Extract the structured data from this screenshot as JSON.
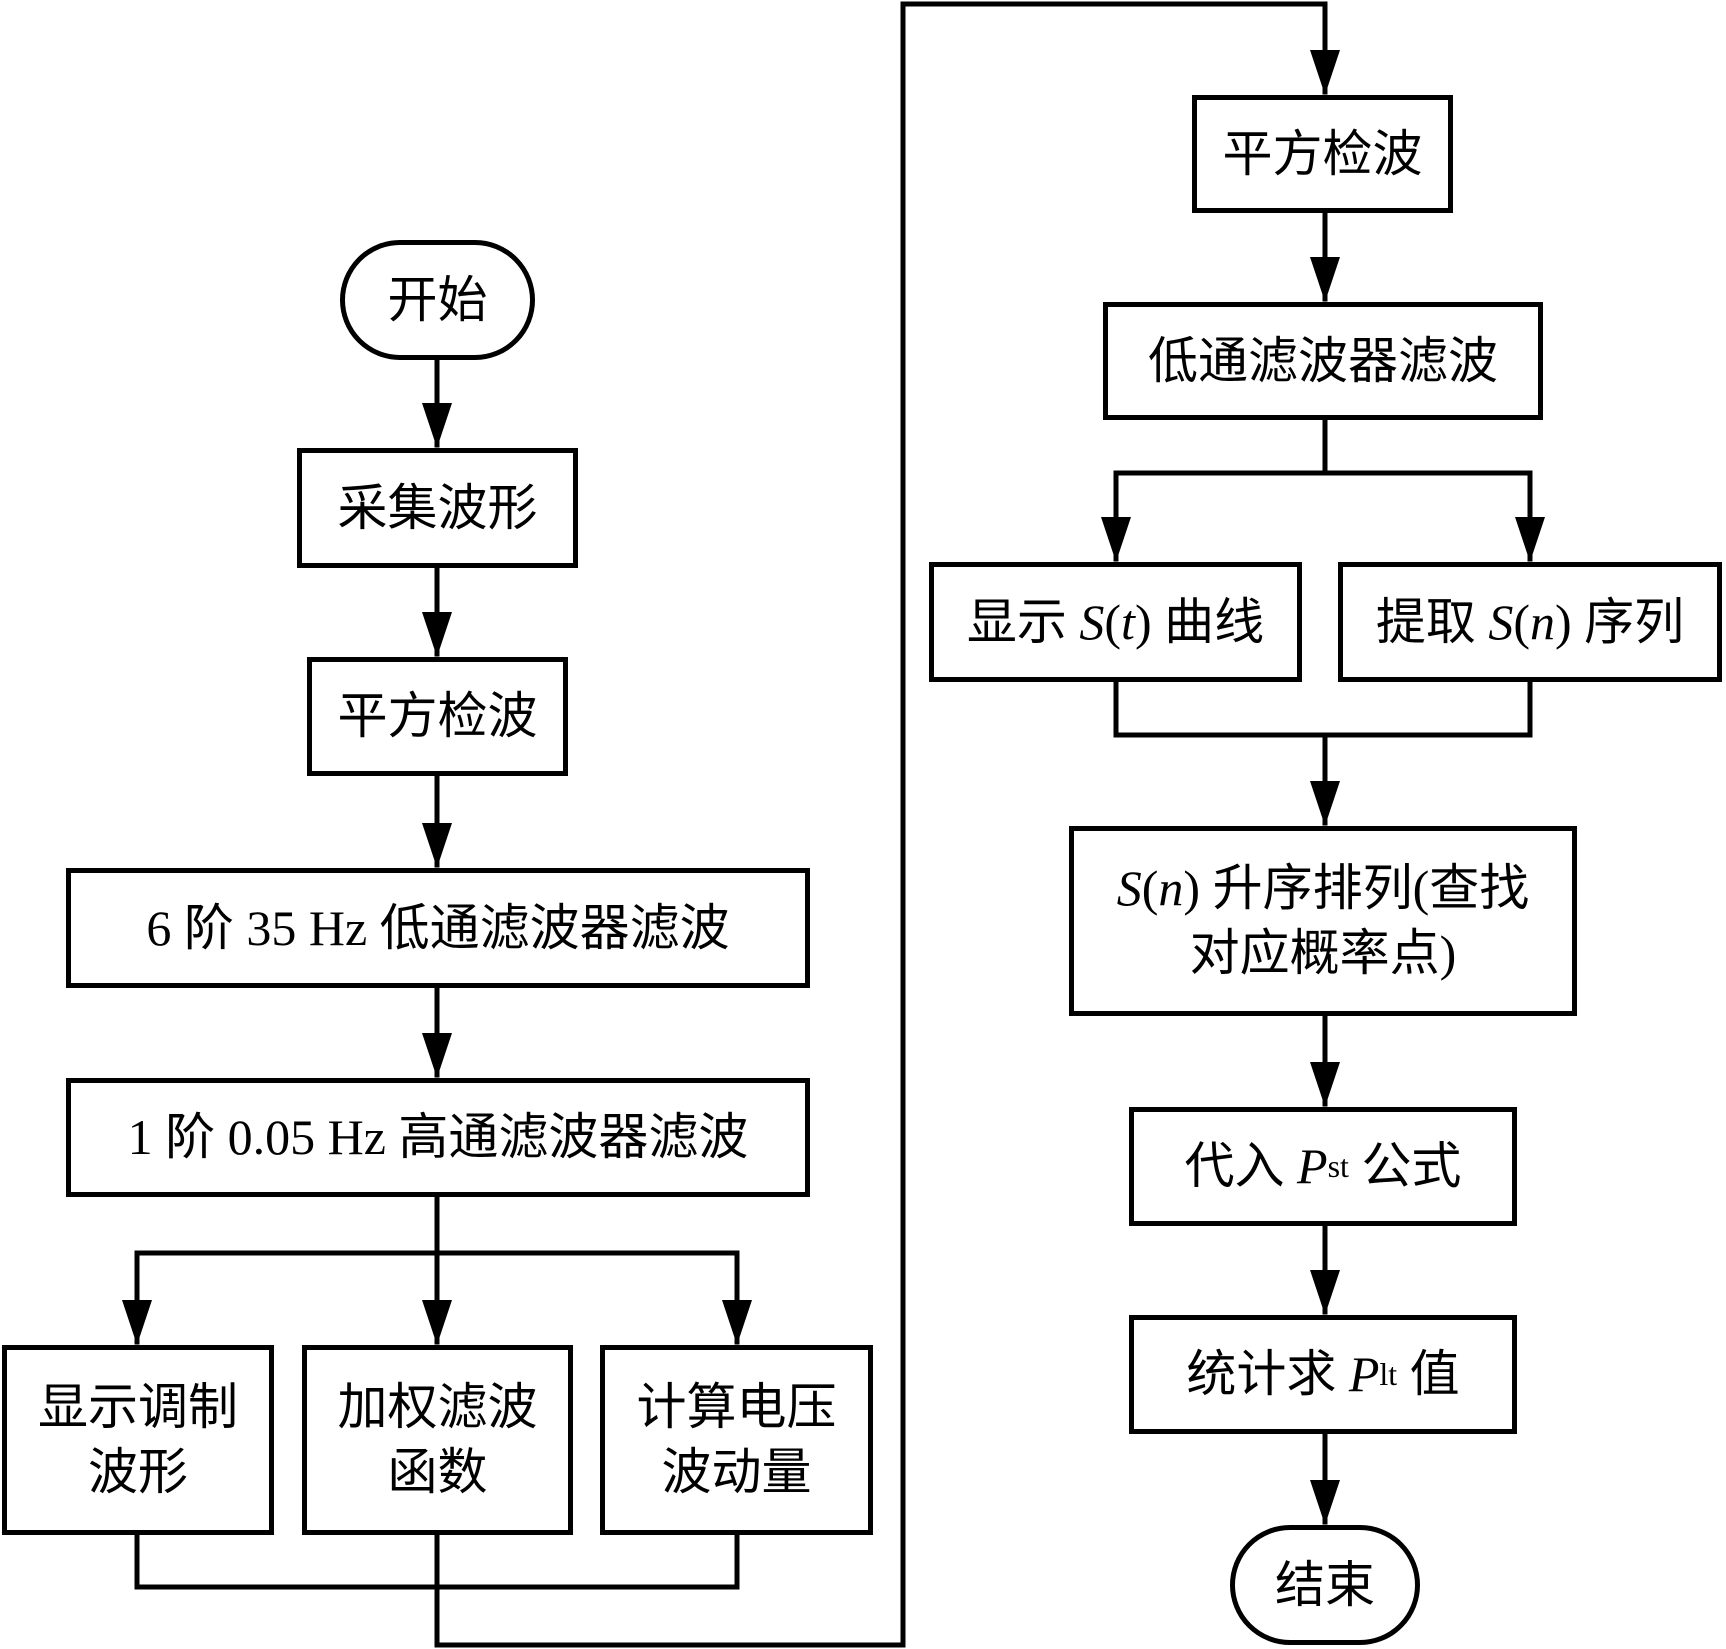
{
  "diagram": {
    "type": "flowchart",
    "nodes": {
      "start": "开始",
      "acquire": "采集波形",
      "square_detect_1": "平方检波",
      "lowpass_6th": "6 阶 35 Hz 低通滤波器滤波",
      "highpass_1st": "1 阶 0.05 Hz 高通滤波器滤波",
      "show_modulated": {
        "line1": "显示调制",
        "line2": "波形"
      },
      "weighting_filter": {
        "line1": "加权滤波",
        "line2": "函数"
      },
      "voltage_fluct": {
        "line1": "计算电压",
        "line2": "波动量"
      },
      "square_detect_2": "平方检波",
      "lowpass_2": "低通滤波器滤波",
      "show_st": {
        "pre": "显示 ",
        "var": "S",
        "open": "(",
        "arg": "t",
        "close": ")",
        "post": " 曲线"
      },
      "extract_sn": {
        "pre": "提取 ",
        "var": "S",
        "open": "(",
        "arg": "n",
        "close": ")",
        "post": " 序列"
      },
      "sort_sn": {
        "var": "S",
        "open": "(",
        "arg": "n",
        "close": ")",
        "line1_rest": " 升序排列(查找",
        "line2": "对应概率点)"
      },
      "pst": {
        "pre": "代入 ",
        "var": "P",
        "sub": "st",
        "post": " 公式"
      },
      "plt": {
        "pre": "统计求 ",
        "var": "P",
        "sub": "lt",
        "post": " 值"
      },
      "end": "结束"
    },
    "edges": [
      [
        "start",
        "acquire"
      ],
      [
        "acquire",
        "square_detect_1"
      ],
      [
        "square_detect_1",
        "lowpass_6th"
      ],
      [
        "lowpass_6th",
        "highpass_1st"
      ],
      [
        "highpass_1st",
        "show_modulated"
      ],
      [
        "highpass_1st",
        "weighting_filter"
      ],
      [
        "highpass_1st",
        "voltage_fluct"
      ],
      [
        "weighting_filter",
        "square_detect_2"
      ],
      [
        "square_detect_2",
        "lowpass_2"
      ],
      [
        "lowpass_2",
        "show_st"
      ],
      [
        "lowpass_2",
        "extract_sn"
      ],
      [
        "extract_sn",
        "sort_sn"
      ],
      [
        "sort_sn",
        "pst"
      ],
      [
        "pst",
        "plt"
      ],
      [
        "plt",
        "end"
      ]
    ]
  }
}
